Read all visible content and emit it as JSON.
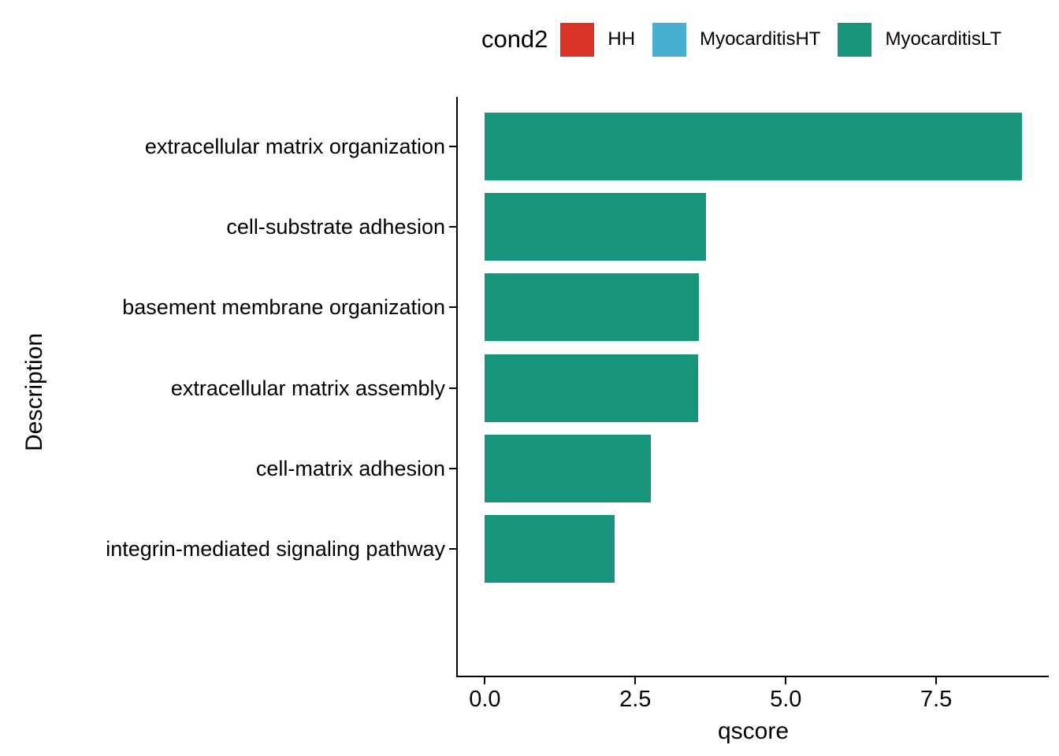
{
  "chart_data": {
    "type": "bar",
    "orientation": "horizontal",
    "title": "",
    "xlabel": "qscore",
    "ylabel": "Description",
    "categories": [
      "extracellular matrix organization",
      "cell-substrate adhesion",
      "basement membrane organization",
      "extracellular matrix assembly",
      "cell-matrix adhesion",
      "integrin-mediated signaling pathway"
    ],
    "series": [
      {
        "name": "MyocarditisLT",
        "values": [
          8.92,
          3.67,
          3.56,
          3.55,
          2.76,
          2.15
        ]
      }
    ],
    "bar_color": "#17947C",
    "xlim": [
      -0.45,
      9.37
    ],
    "xticks": [
      0.0,
      2.5,
      5.0,
      7.5
    ],
    "xtick_labels": [
      "0.0",
      "2.5",
      "5.0",
      "7.5"
    ],
    "grid": false,
    "legend": {
      "title": "cond2",
      "position": "top",
      "entries": [
        {
          "label": "HH",
          "color": "#DB3327"
        },
        {
          "label": "MyocarditisHT",
          "color": "#46AECE"
        },
        {
          "label": "MyocarditisLT",
          "color": "#17947C"
        }
      ]
    },
    "colors": {
      "axis_line": "#000000",
      "text": "#000000",
      "background": "#FFFFFF"
    }
  }
}
